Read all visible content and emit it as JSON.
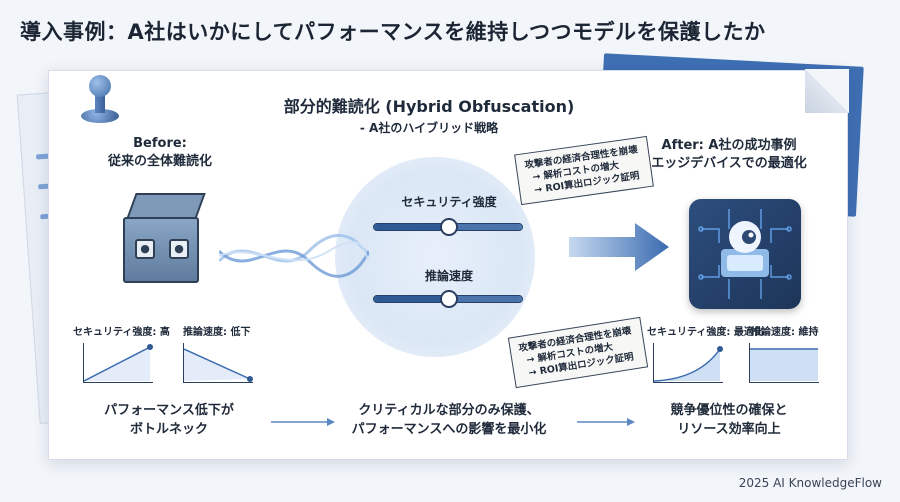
{
  "title": "導入事例：A社はいかにしてパフォーマンスを維持しつつモデルを保護したか",
  "section": {
    "heading": "部分的難読化 (Hybrid Obfuscation)",
    "subheading": "- A社のハイブリッド戦略"
  },
  "before": {
    "title": "Before:",
    "subtitle": "従来の全体難読化",
    "chart1": {
      "label": "セキュリティ強度: 高",
      "trend": "up"
    },
    "chart2": {
      "label": "推論速度: 低下",
      "trend": "down"
    }
  },
  "middle": {
    "slider1": {
      "label": "セキュリティ強度",
      "level": 0.5
    },
    "slider2": {
      "label": "推論速度",
      "level": 0.5
    },
    "note": {
      "line1": "攻撃者の経済合理性を崩壊",
      "line2": "→ 解析コストの増大",
      "line3": "→ ROI算出ロジック証明"
    }
  },
  "after": {
    "title": "After: A社の成功事例",
    "subtitle": "エッジデバイスでの最適化",
    "chart1": {
      "label": "セキュリティ強度: 最適化",
      "trend": "up"
    },
    "chart2": {
      "label": "推論速度: 維持",
      "trend": "flat"
    }
  },
  "flow": {
    "step1_line1": "パフォーマンス低下が",
    "step1_line2": "ボトルネック",
    "step2_line1": "クリティカルな部分のみ保護、",
    "step2_line2": "パフォーマンスへの影響を最小化",
    "step3_line1": "競争優位性の確保と",
    "step3_line2": "リソース効率向上"
  },
  "footer": "2025 AI KnowledgeFlow",
  "colors": {
    "accent": "#2f5a94",
    "accent_light": "#6e9bd6",
    "dark": "#1b2534"
  }
}
